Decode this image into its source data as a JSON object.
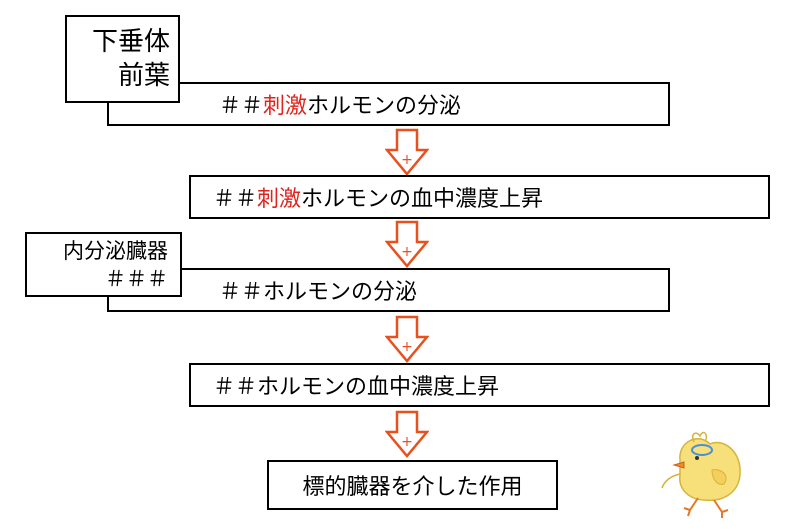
{
  "colors": {
    "accent_red": "#e0231d",
    "arrow_orange": "#e8501e",
    "box_border": "#000000"
  },
  "diagram": {
    "box1": {
      "label_lines": [
        "下垂体",
        "前葉"
      ],
      "prefix": "＃＃",
      "highlight": "刺激",
      "suffix": "ホルモンの分泌"
    },
    "box2": {
      "prefix": "＃＃",
      "highlight": "刺激",
      "suffix": "ホルモンの血中濃度上昇"
    },
    "box3": {
      "label_lines": [
        "内分泌臓器",
        "＃＃＃"
      ],
      "text": "＃＃ホルモンの分泌"
    },
    "box4": {
      "text": "＃＃ホルモンの血中濃度上昇"
    },
    "box5": {
      "text": "標的臓器を介した作用"
    },
    "arrow_symbol": "+",
    "illustration": "chick-illustration"
  }
}
